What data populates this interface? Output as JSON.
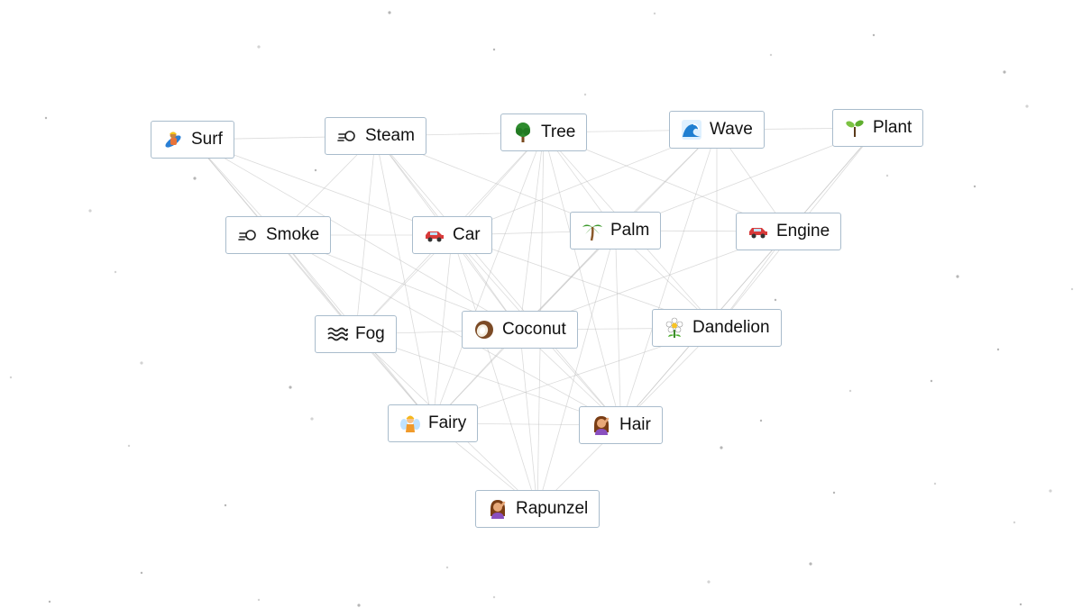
{
  "elements": [
    {
      "id": "surf",
      "label": "Surf",
      "icon": "surfer-icon"
    },
    {
      "id": "steam",
      "label": "Steam",
      "icon": "wind-puff-icon"
    },
    {
      "id": "tree",
      "label": "Tree",
      "icon": "tree-icon"
    },
    {
      "id": "wave",
      "label": "Wave",
      "icon": "wave-icon"
    },
    {
      "id": "plant",
      "label": "Plant",
      "icon": "seedling-icon"
    },
    {
      "id": "smoke",
      "label": "Smoke",
      "icon": "wind-puff-icon"
    },
    {
      "id": "car",
      "label": "Car",
      "icon": "car-icon"
    },
    {
      "id": "palm",
      "label": "Palm",
      "icon": "palm-tree-icon"
    },
    {
      "id": "engine",
      "label": "Engine",
      "icon": "car-icon"
    },
    {
      "id": "fog",
      "label": "Fog",
      "icon": "fog-icon"
    },
    {
      "id": "coconut",
      "label": "Coconut",
      "icon": "coconut-icon"
    },
    {
      "id": "dandelion",
      "label": "Dandelion",
      "icon": "flower-icon"
    },
    {
      "id": "fairy",
      "label": "Fairy",
      "icon": "fairy-icon"
    },
    {
      "id": "hair",
      "label": "Hair",
      "icon": "person-hair-icon"
    },
    {
      "id": "rapunzel",
      "label": "Rapunzel",
      "icon": "person-hair-icon"
    }
  ],
  "colors": {
    "node_border": "#a9bccc",
    "link": "#bdbdbd",
    "dot": "#9e9e9e",
    "text": "#111111"
  }
}
